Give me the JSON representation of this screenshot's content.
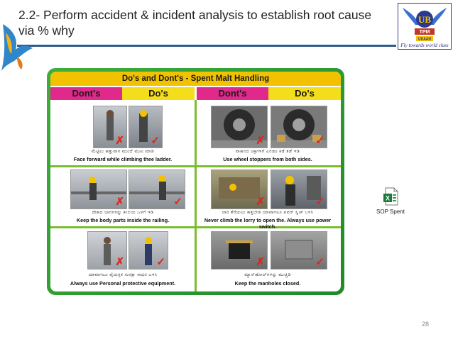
{
  "slide": {
    "title": "2.2- Perform accident & incident analysis to establish root cause via % why",
    "page_number": "28"
  },
  "logo": {
    "tagline": "Fly towards world class"
  },
  "poster": {
    "title": "Do's and Dont's - Spent Malt Handling",
    "headers": [
      "Dont's",
      "Do's",
      "Dont's",
      "Do's"
    ],
    "panels": [
      {
        "local": "ಮೆಟ್ಟಿಲು ಹತ್ತುವಾಗ ಮುಂದೆ ಮುಖ ಮಾಡಿ",
        "caption": "Face forward while climbing thee ladder."
      },
      {
        "local": "ವಾಹನದ ಚಕ್ರಗಳಿಗೆ ಎರಡೂ ಕಡೆ ತಡೆ ಇಡಿ",
        "caption": "Use wheel stoppers from both sides."
      },
      {
        "local": "ದೇಹದ ಭಾಗಗಳನ್ನು ಕಂಬಿಯ ಒಳಗೆ ಇಡಿ",
        "caption": "Keep the body parts inside the railing."
      },
      {
        "local": "ಲಾರಿ ತೆರೆಯಲು ಹತ್ತಬೇಡಿ ಯಾವಾಗಲೂ ಪವರ್ ಸ್ವಿಚ್ ಬಳಸಿ",
        "caption": "Never climb the lorry to open the. Always use power switch."
      },
      {
        "local": "ಯಾವಾಗಲೂ ವೈಯಕ್ತಿಕ ಸುರಕ್ಷಾ ಸಾಧನ ಬಳಸಿ",
        "caption": "Always use Personal protective equipment."
      },
      {
        "local": "ಮ್ಯಾನ್‌ಹೋಲ್‌ಗಳನ್ನು ಮುಚ್ಚಿಡಿ",
        "caption": "Keep the manholes closed."
      }
    ],
    "marks": {
      "wrong": "✗",
      "right": "✓"
    },
    "colors": {
      "border": "#2a9a33",
      "title_bar": "#f2c200",
      "dont": "#e0298b",
      "do": "#f4dd1a"
    }
  },
  "attachment": {
    "label": "SOP Spent",
    "icon": "excel-file-icon"
  }
}
